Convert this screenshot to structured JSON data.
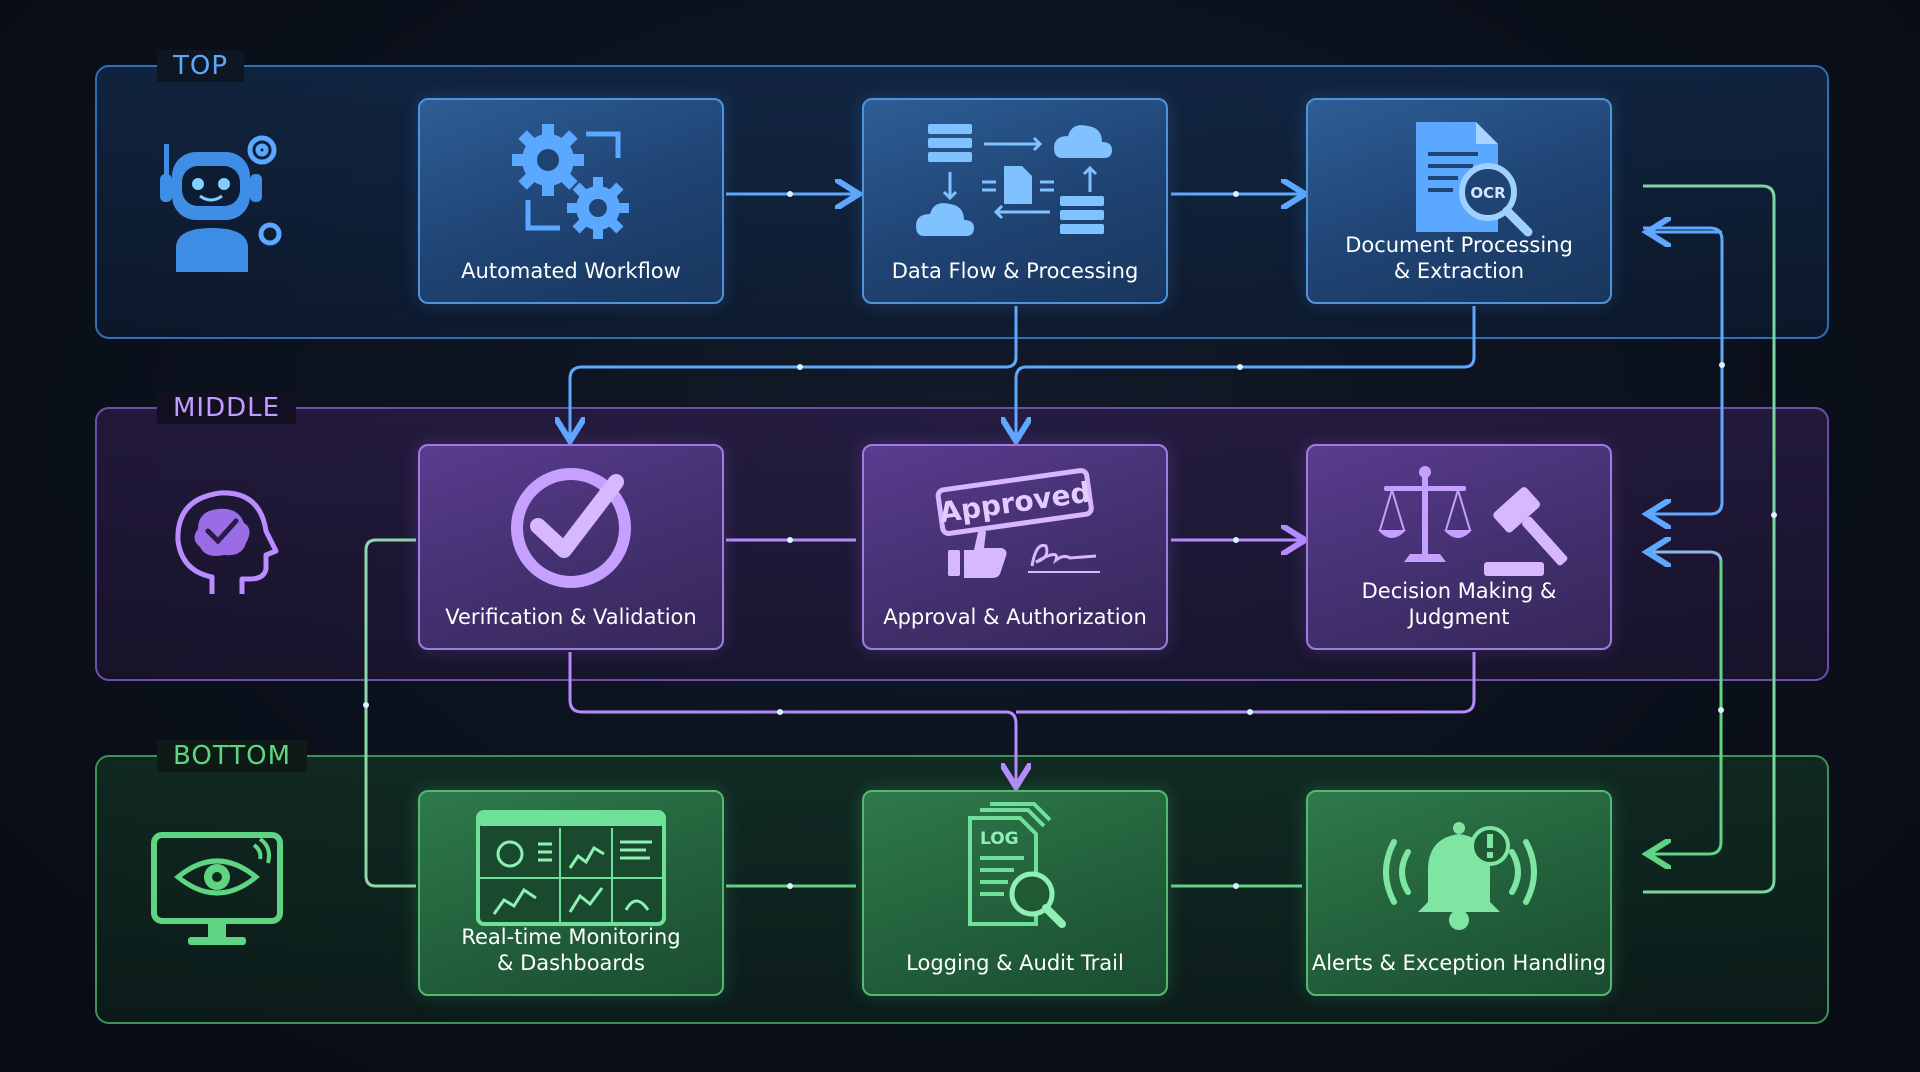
{
  "lanes": {
    "top": {
      "label": "TOP"
    },
    "middle": {
      "label": "MIDDLE"
    },
    "bottom": {
      "label": "BOTTOM"
    }
  },
  "cards": {
    "automated_workflow": "Automated Workflow",
    "data_flow": "Data Flow & Processing",
    "document_processing": "Document Processing\n& Extraction",
    "verification": "Verification & Validation",
    "approval": "Approval & Authorization",
    "decision": "Decision Making & Judgment",
    "monitoring": "Real-time Monitoring\n& Dashboards",
    "logging": "Logging & Audit Trail",
    "alerts": "Alerts & Exception Handling"
  },
  "icon_text": {
    "ocr": "OCR",
    "approved": "Approved",
    "log": "LOG"
  },
  "colors": {
    "top": "#4f93d8",
    "middle": "#a07ce0",
    "bottom": "#55b872"
  },
  "icons": {
    "top_lane": "robot-icon",
    "middle_lane": "brain-head-icon",
    "bottom_lane": "monitor-eye-icon",
    "automated_workflow": "gears-icon",
    "data_flow": "data-flow-icon",
    "document_processing": "ocr-document-icon",
    "verification": "checkmark-icon",
    "approval": "approved-stamp-icon",
    "decision": "scales-gavel-icon",
    "monitoring": "dashboard-icon",
    "logging": "log-search-icon",
    "alerts": "alert-bell-icon"
  }
}
